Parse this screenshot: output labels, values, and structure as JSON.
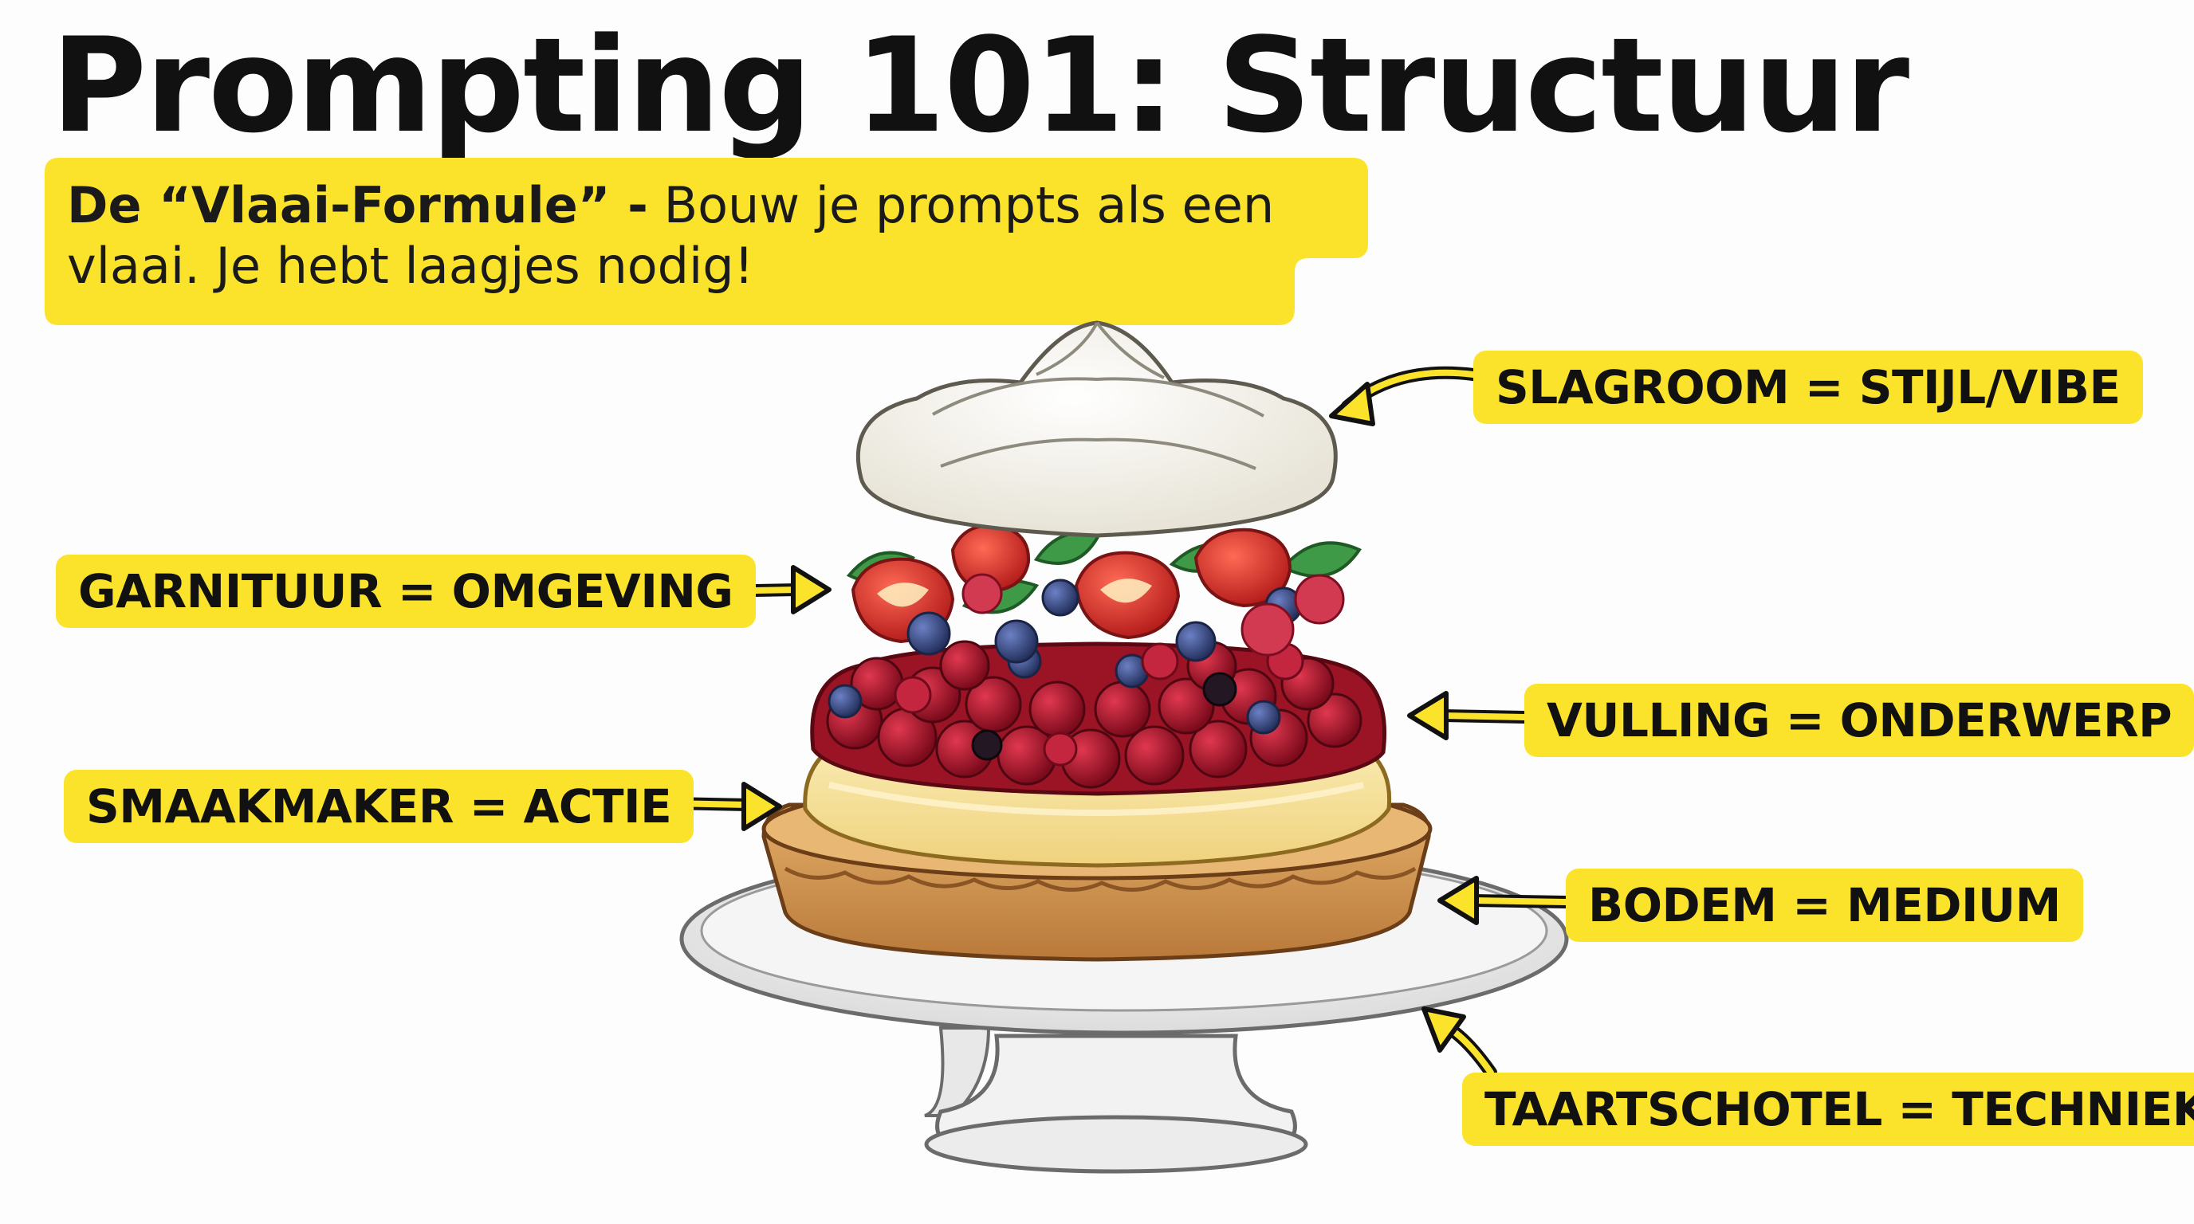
{
  "title": "Prompting 101: Structuur",
  "intro": {
    "bold": "De “Vlaai-Formule” -",
    "text": " Bouw je prompts als een vlaai. Je hebt laagjes nodig!"
  },
  "labels": {
    "slagroom": "SLAGROOM = STIJL/VIBE",
    "garnituur": "GARNITUUR = OMGEVING",
    "vulling": "VULLING = ONDERWERP",
    "smaakmaker": "SMAAKMAKER = ACTIE",
    "bodem": "BODEM = MEDIUM",
    "taartschotel": "TAARTSCHOTEL = TECHNIEK"
  },
  "colors": {
    "highlight": "#fbe32b",
    "text": "#111111",
    "cream": "#fbfaf4",
    "crust": "#d59a52",
    "custard": "#f6e3a0",
    "cherry": "#a8132a",
    "strawberry": "#d9342b",
    "blueberry": "#3a4f8f",
    "mint": "#3f9a48",
    "plate": "#ececec"
  }
}
